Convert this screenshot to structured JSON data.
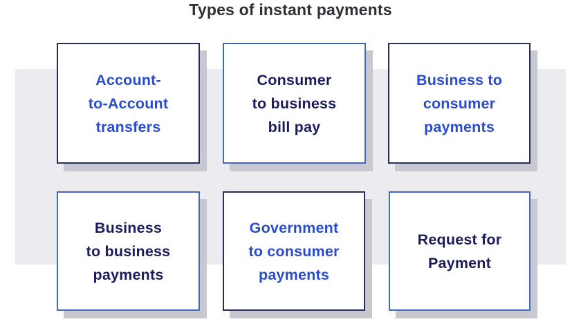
{
  "title": "Types of instant payments",
  "boxes": [
    {
      "label": "Account-\nto-Account\ntransfers",
      "border_color": "navy",
      "text_color": "blue"
    },
    {
      "label": "Consumer\nto business\nbill pay",
      "border_color": "blue",
      "text_color": "navy"
    },
    {
      "label": "Business to\nconsumer\npayments",
      "border_color": "navy",
      "text_color": "blue"
    },
    {
      "label": "Business\nto business\npayments",
      "border_color": "blue",
      "text_color": "navy"
    },
    {
      "label": "Government\nto consumer\npayments",
      "border_color": "navy",
      "text_color": "blue"
    },
    {
      "label": "Request for\nPayment",
      "border_color": "blue",
      "text_color": "navy"
    }
  ],
  "colors": {
    "title": "#2f2f38",
    "band": "#ebebf0",
    "shadow": "#c8c8d0",
    "navy_border": "#272c5e",
    "blue_border": "#4166c9",
    "blue_text": "#2a4bd4",
    "navy_text": "#1b1c5c"
  }
}
